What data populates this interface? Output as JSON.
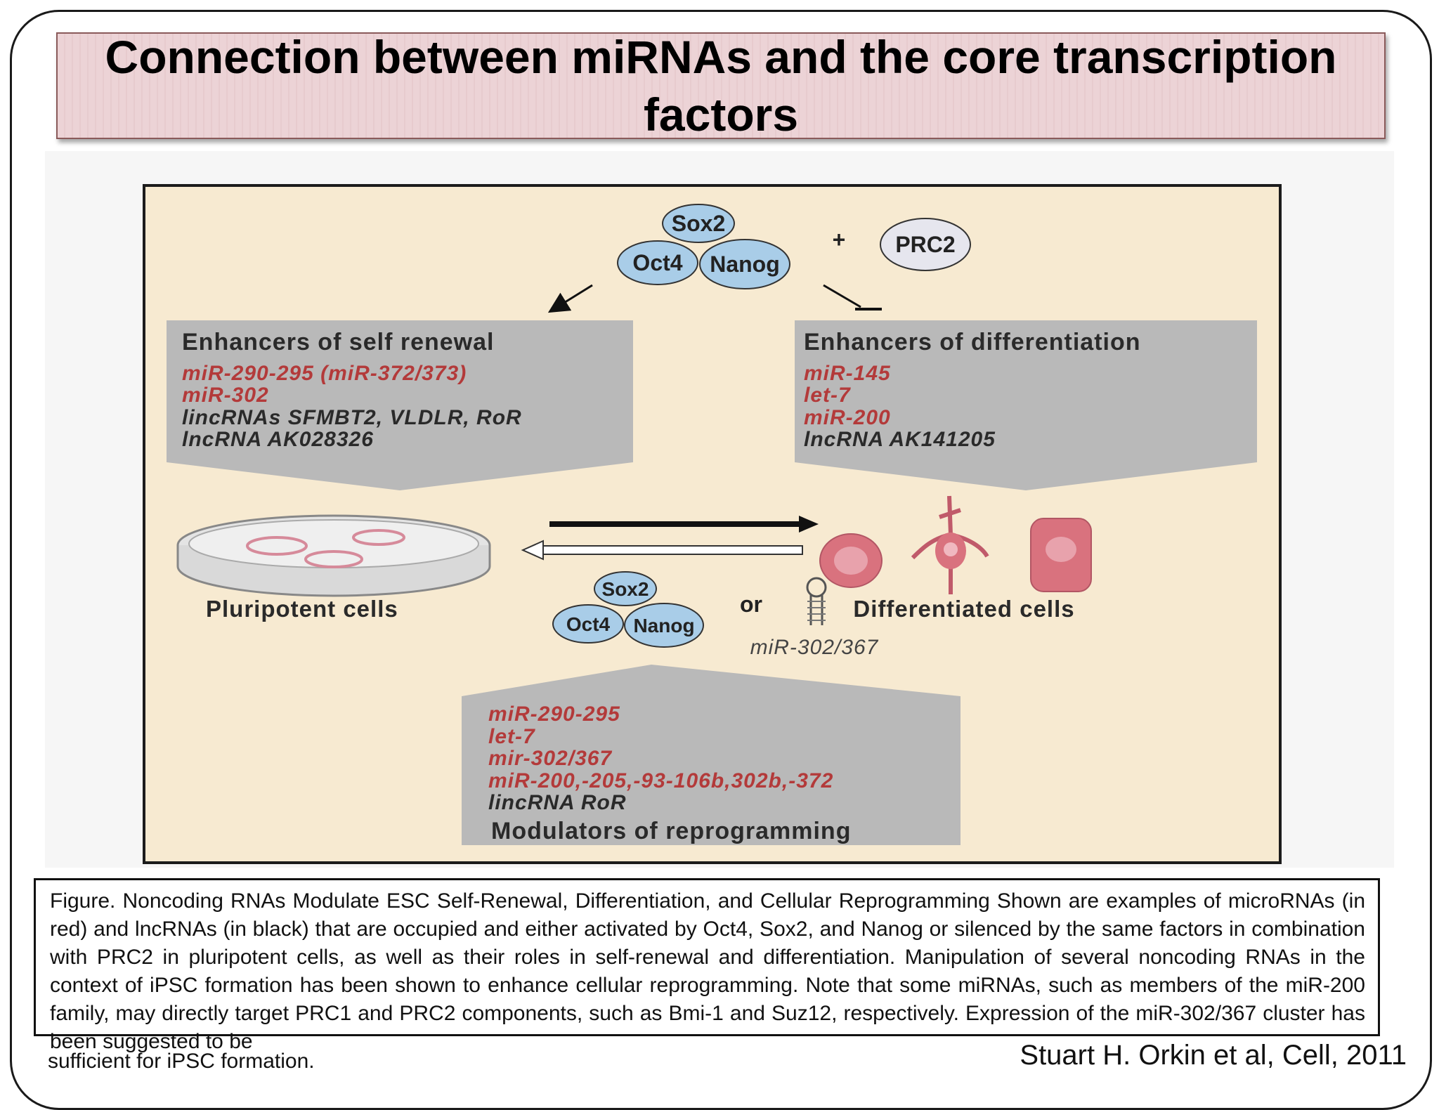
{
  "title": "Connection between miRNAs and the core transcription factors",
  "diagram": {
    "top_factors": {
      "sox2": "Sox2",
      "oct4": "Oct4",
      "nanog": "Nanog",
      "plus": "+",
      "prc2": "PRC2"
    },
    "self_renewal": {
      "heading": "Enhancers of self renewal",
      "lines": [
        {
          "text": "miR-290-295 (miR-372/373)",
          "kind": "mirna"
        },
        {
          "text": "miR-302",
          "kind": "mirna"
        },
        {
          "text": "lincRNAs SFMBT2, VLDLR, RoR",
          "kind": "lncrna"
        },
        {
          "text": "lncRNA AK028326",
          "kind": "lncrna"
        }
      ]
    },
    "differentiation": {
      "heading": "Enhancers of differentiation",
      "lines": [
        {
          "text": "miR-145",
          "kind": "mirna"
        },
        {
          "text": "let-7",
          "kind": "mirna"
        },
        {
          "text": "miR-200",
          "kind": "mirna"
        },
        {
          "text": "lncRNA AK141205",
          "kind": "lncrna"
        }
      ]
    },
    "pluripotent_label": "Pluripotent cells",
    "differentiated_label": "Differentiated cells",
    "bottom_factors": {
      "sox2": "Sox2",
      "oct4": "Oct4",
      "nanog": "Nanog",
      "or": "or",
      "mirna_label": "miR-302/367"
    },
    "reprogramming": {
      "heading": "Modulators of reprogramming",
      "lines": [
        {
          "text": "miR-290-295",
          "kind": "mirna"
        },
        {
          "text": "let-7",
          "kind": "mirna"
        },
        {
          "text": "mir-302/367",
          "kind": "mirna"
        },
        {
          "text": "miR-200,-205,-93-106b,302b,-372",
          "kind": "mirna"
        },
        {
          "text": "lincRNA RoR",
          "kind": "lncrna"
        }
      ]
    },
    "colors": {
      "mirna": "#b33a3a",
      "lncrna": "#2a2a2a",
      "panel": "#b9b9b9",
      "background": "#f7ead1",
      "factor_oval": "#a9cde8",
      "prc2_oval": "#e6e6ee"
    }
  },
  "caption": "Figure. Noncoding RNAs Modulate ESC Self-Renewal, Differentiation, and Cellular Reprogramming Shown are examples of microRNAs (in red) and lncRNAs (in black) that are occupied and either activated by Oct4, Sox2, and Nanog or silenced by the same factors in combination with PRC2 in pluripotent cells, as well as their roles in self-renewal and differentiation. Manipulation of several noncoding RNAs in the context of iPSC formation has been shown to enhance cellular reprogramming. Note that some miRNAs, such as members of the miR-200 family, may directly target PRC1 and PRC2 components, such as Bmi-1 and Suz12, respectively. Expression of the miR-302/367 cluster has been suggested to be",
  "caption_overflow": "sufficient for iPSC formation.",
  "citation": "Stuart H. Orkin et al, Cell, 2011"
}
